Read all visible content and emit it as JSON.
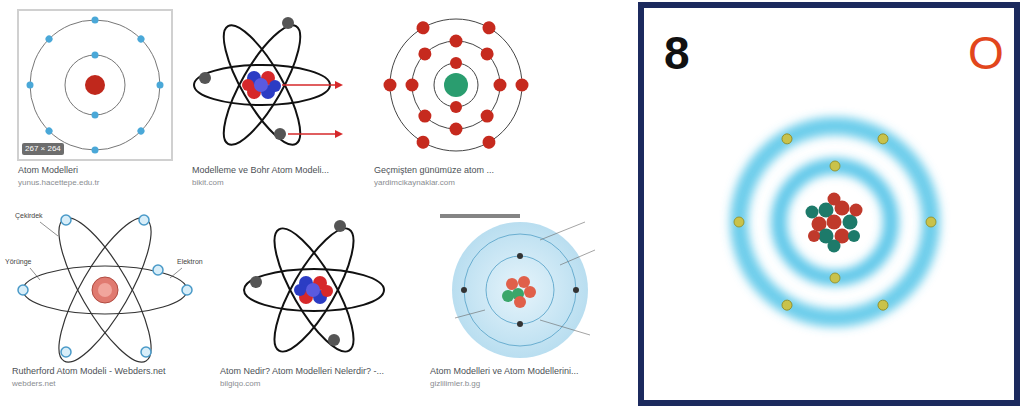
{
  "diagram": {
    "labels": [
      "267 × 264",
      "Atom Modelleri",
      "yunus.hacettepe.edu.tr",
      "Modelleme ve Bohr Atom Modeli...",
      "bikit.com",
      "Geçmişten günümüze atom ...",
      "yardimcikaynaklar.com",
      "Çekirdek",
      "Yörünge",
      "Elektron",
      "Rutherford Atom Modeli - Webders.net",
      "webders.net",
      "Atom Nedir? Atom Modelleri Nelerdir? -...",
      "bilgiqo.com",
      "Atom Modelleri ve Atom Modellerini...",
      "gizlilimler.b.gg",
      "8",
      "O"
    ]
  }
}
